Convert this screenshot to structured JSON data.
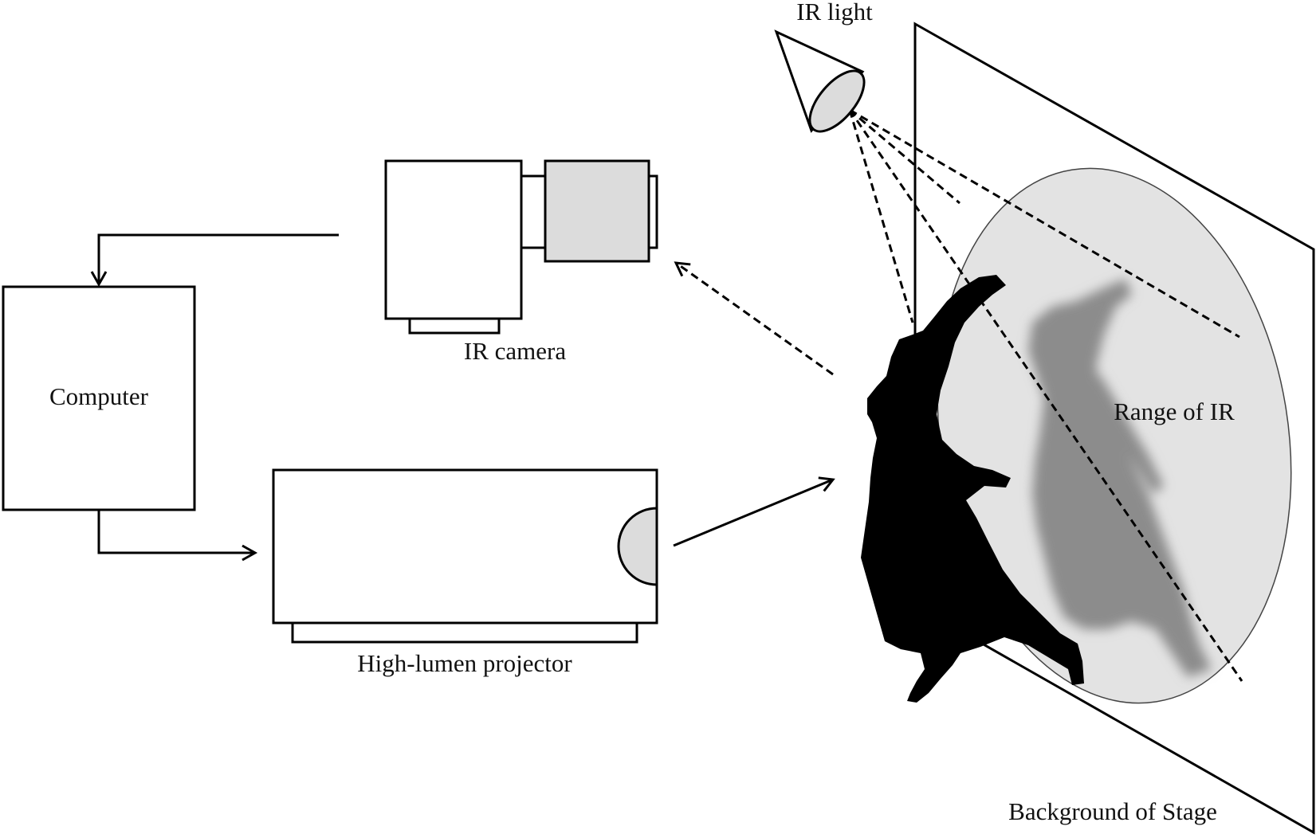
{
  "labels": {
    "ir_light": "IR light",
    "ir_camera": "IR camera",
    "computer": "Computer",
    "projector": "High-lumen projector",
    "range_of_ir": "Range of IR",
    "background": "Background of Stage"
  },
  "colors": {
    "line": "#000000",
    "device_fill": "#ffffff",
    "lens_fill": "#dcdcdc",
    "ir_range_fill": "#e3e3e3",
    "shadow": "#8c8c8c",
    "dancer": "#000000"
  }
}
